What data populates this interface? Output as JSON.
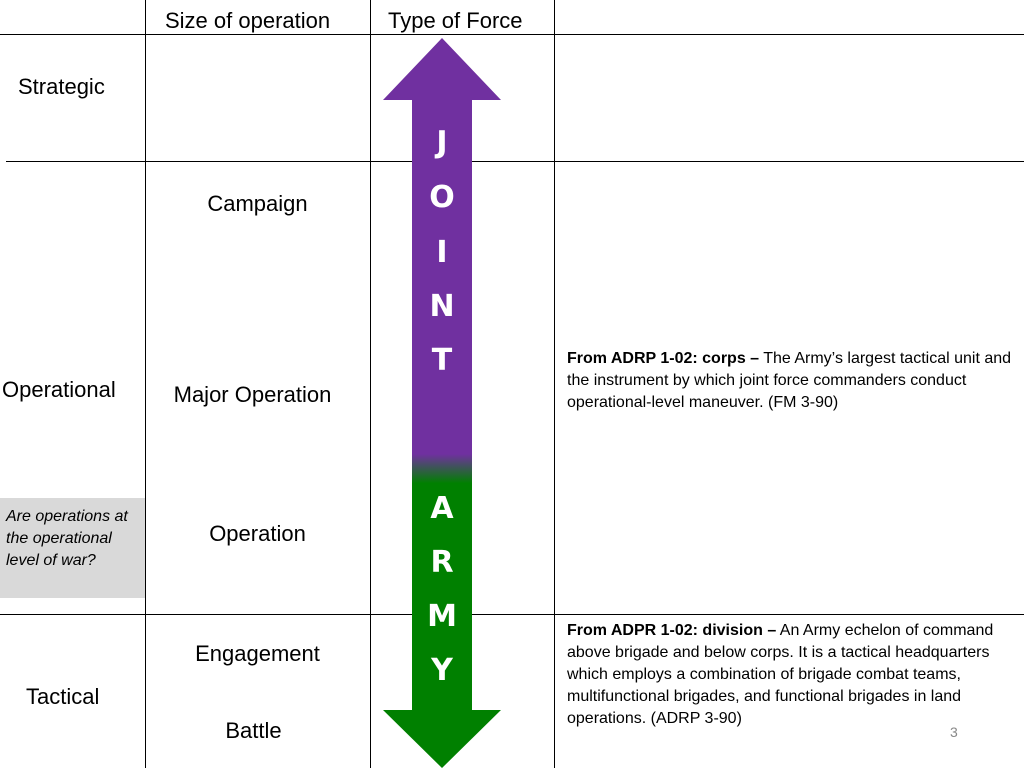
{
  "headers": {
    "size_of_operation": "Size of operation",
    "type_of_force": "Type of Force"
  },
  "levels": {
    "strategic": "Strategic",
    "operational": "Operational",
    "tactical": "Tactical"
  },
  "sizes": {
    "campaign": "Campaign",
    "major_operation": "Major Operation",
    "operation": "Operation",
    "engagement": "Engagement",
    "battle": "Battle"
  },
  "note": "Are operations at the operational level of war?",
  "arrow": {
    "joint_letters": [
      "J",
      "O",
      "I",
      "N",
      "T"
    ],
    "army_letters": [
      "A",
      "R",
      "M",
      "Y"
    ],
    "colors": {
      "joint": "#7030a0",
      "army": "#008000"
    }
  },
  "definitions": {
    "corps": {
      "term": "From ADRP 1-02: corps –",
      "text": " The Army’s largest tactical unit and the instrument by which joint force commanders conduct operational-level maneuver. (FM 3-90)"
    },
    "division": {
      "term": "From ADPR 1-02:  division –",
      "text": " An Army echelon of command above brigade and below corps. It is a tactical headquarters which employs a combination of brigade combat teams, multifunctional brigades, and functional brigades in land operations. (ADRP 3-90)"
    }
  },
  "page_number": "3"
}
